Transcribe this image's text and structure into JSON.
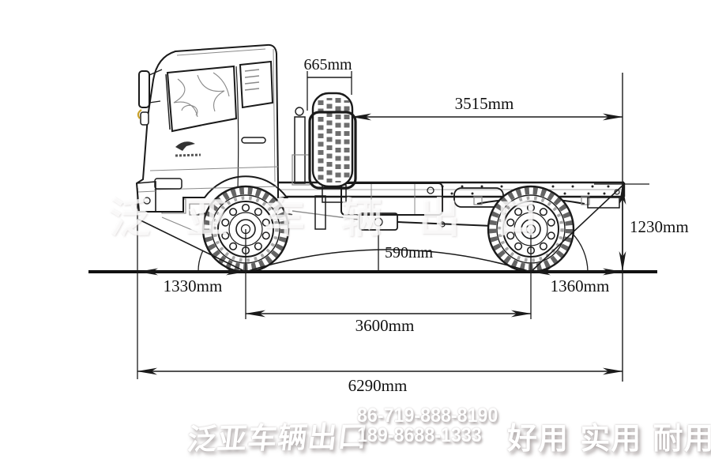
{
  "title": "Truck chassis side-view dimension drawing",
  "dims": {
    "spare_width": "665mm",
    "rear_frame_span": "3515mm",
    "frame_height": "1230mm",
    "ground_clearance": "590mm",
    "front_overhang": "1330mm",
    "rear_overhang": "1360mm",
    "wheelbase": "3600mm",
    "overall_length": "6290mm"
  },
  "watermarks": {
    "center_brand": "泛亚车辆出口",
    "brand_script": "泛亚车辆出口",
    "phone_line1": "86-719-888-8190",
    "phone_line2": "189-8688-1333",
    "slogan": "好用 实用 耐用"
  },
  "colors": {
    "ink": "#1a1a1a",
    "background": "#ffffff",
    "watermark_white": "#ffffff",
    "accent_yellow": "#c8a02a"
  }
}
